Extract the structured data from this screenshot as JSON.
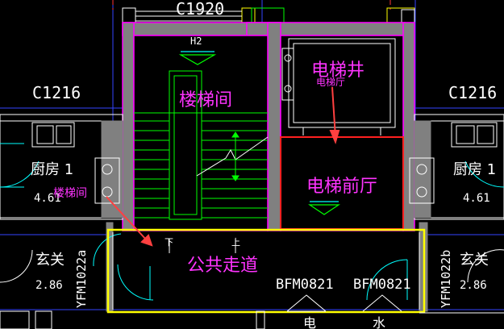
{
  "labels": {
    "window_top": "C1920",
    "elevator_code": "H2",
    "window_left": "C1216",
    "window_right": "C1216",
    "elevator_shaft": "电梯井",
    "elevator_hall_small": "电梯厅",
    "stairwell": "楼梯间",
    "elevator_lobby": "电梯前厅",
    "kitchen_left": "厨房 1",
    "kitchen_left_area": "4.61",
    "kitchen_right": "厨房 1",
    "kitchen_right_area": "4.61",
    "stairwell_pointer": "楼梯间",
    "corridor": "公共走道",
    "foyer_left": "玄关",
    "foyer_left_area": "2.86",
    "foyer_right": "玄关",
    "foyer_right_area": "2.86",
    "door_left_vertical": "YFM1022a",
    "door_right_vertical": "YFM1022b",
    "door_bfm_1": "BFM0821",
    "door_bfm_2": "BFM0821",
    "stair_down": "下",
    "stair_up": "上",
    "bottom_glyph_1": "电",
    "bottom_glyph_2": "水"
  },
  "colors": {
    "background": "#000000",
    "wall_fill": "#808080",
    "wall_outline": "#ff00ff",
    "corridor_outline": "#ffff00",
    "elevator_hall_outline": "#ff2020",
    "annotation_magenta": "#ff33ff",
    "annotation_arrow": "#ff4040",
    "cad_white": "#ffffff",
    "cad_green": "#00ff00",
    "cad_cyan": "#00ffff",
    "cad_blue": "#3344ff",
    "cad_yellow": "#ffff00"
  }
}
